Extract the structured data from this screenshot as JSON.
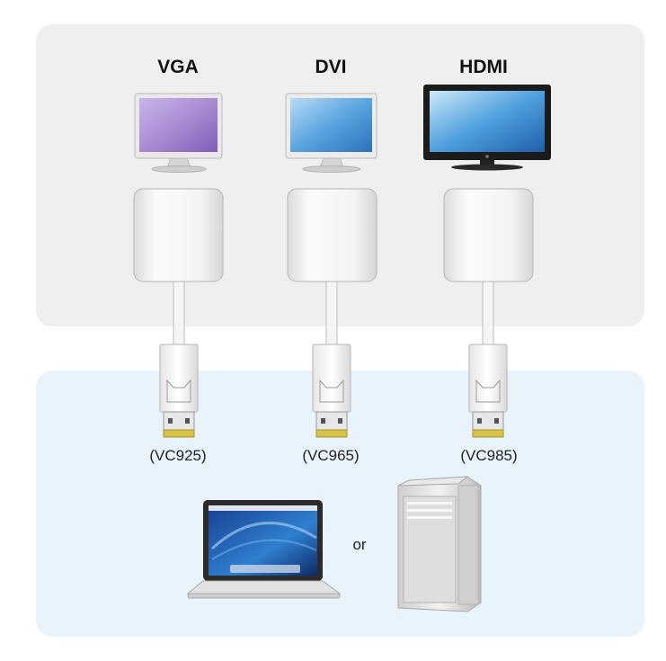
{
  "columns": [
    {
      "title": "VGA",
      "model": "(VC925)",
      "screen_color": "#a98bd3"
    },
    {
      "title": "DVI",
      "model": "(VC965)",
      "screen_color": "#5aa4e0"
    },
    {
      "title": "HDMI",
      "model": "(VC985)",
      "screen_color": "#4fa0de"
    }
  ],
  "or_label": "or",
  "colors": {
    "top_panel": "#efefef",
    "bottom_panel": "#e8f3fb",
    "adapter_body": "#f7f7f7",
    "outline": "#b5b5b5",
    "connector_gold": "#d8c24a"
  }
}
